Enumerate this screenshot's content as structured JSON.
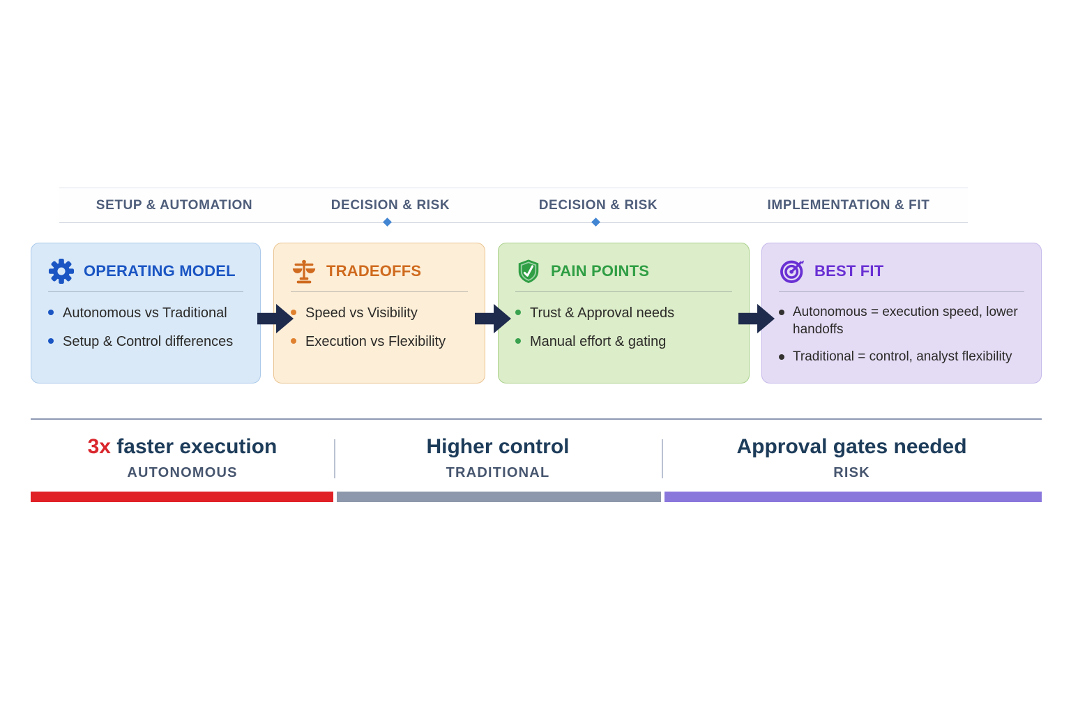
{
  "timeline": {
    "phases": [
      "SETUP & AUTOMATION",
      "DECISION & RISK",
      "DECISION & RISK",
      "IMPLEMENTATION & FIT"
    ],
    "marker_color": "#4285d2"
  },
  "cards": [
    {
      "icon": "gear-icon",
      "title": "OPERATING MODEL",
      "accent": "#1a55c3",
      "bg": "#d9e9f8",
      "border": "#abc9ea",
      "bullets": [
        "Autonomous vs Traditional",
        "Setup & Control differences"
      ]
    },
    {
      "icon": "scales-icon",
      "title": "TRADEOFFS",
      "accent": "#cf6a1e",
      "bg": "#fdeed7",
      "border": "#eac491",
      "bullets": [
        "Speed vs Visibility",
        "Execution vs Flexibility"
      ]
    },
    {
      "icon": "shield-check-icon",
      "title": "PAIN POINTS",
      "accent": "#2f9e44",
      "bg": "#dcedc9",
      "border": "#abd18c",
      "bullets": [
        "Trust & Approval needs",
        "Manual effort & gating"
      ]
    },
    {
      "icon": "target-icon",
      "title": "BEST FIT",
      "accent": "#6930d3",
      "bg": "#e4dcf5",
      "border": "#c6b8ea",
      "bullets": [
        "Autonomous = execution speed, lower handoffs",
        "Traditional = control, analyst flexibility"
      ]
    }
  ],
  "arrow_color": "#1f2b4d",
  "stats": [
    {
      "highlight": "3x",
      "title": " faster execution",
      "label": "AUTONOMOUS",
      "bar_color": "#e02227"
    },
    {
      "highlight": "",
      "title": "Higher control",
      "label": "TRADITIONAL",
      "bar_color": "#8e98ac"
    },
    {
      "highlight": "",
      "title": "Approval gates needed",
      "label": "RISK",
      "bar_color": "#8a77dc"
    }
  ]
}
